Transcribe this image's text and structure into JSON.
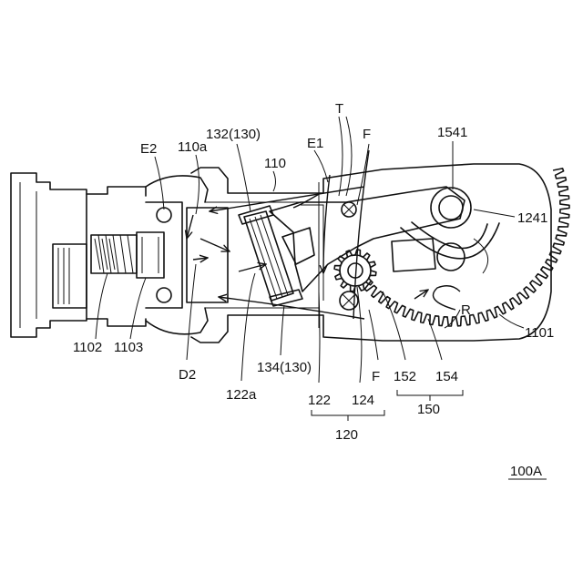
{
  "figure_id": "100A",
  "labels": {
    "t": "T",
    "f_top": "F",
    "f_bottom": "F",
    "e1": "E1",
    "e2": "E2",
    "d2": "D2",
    "r": "R",
    "l110": "110",
    "l110a": "110a",
    "l132": "132(130)",
    "l134": "134(130)",
    "l1541": "1541",
    "l1241": "1241",
    "l1101": "1101",
    "l1102": "1102",
    "l1103": "1103",
    "l122a": "122a",
    "l122": "122",
    "l124": "124",
    "l120": "120",
    "l152": "152",
    "l154": "154",
    "l150": "150"
  }
}
